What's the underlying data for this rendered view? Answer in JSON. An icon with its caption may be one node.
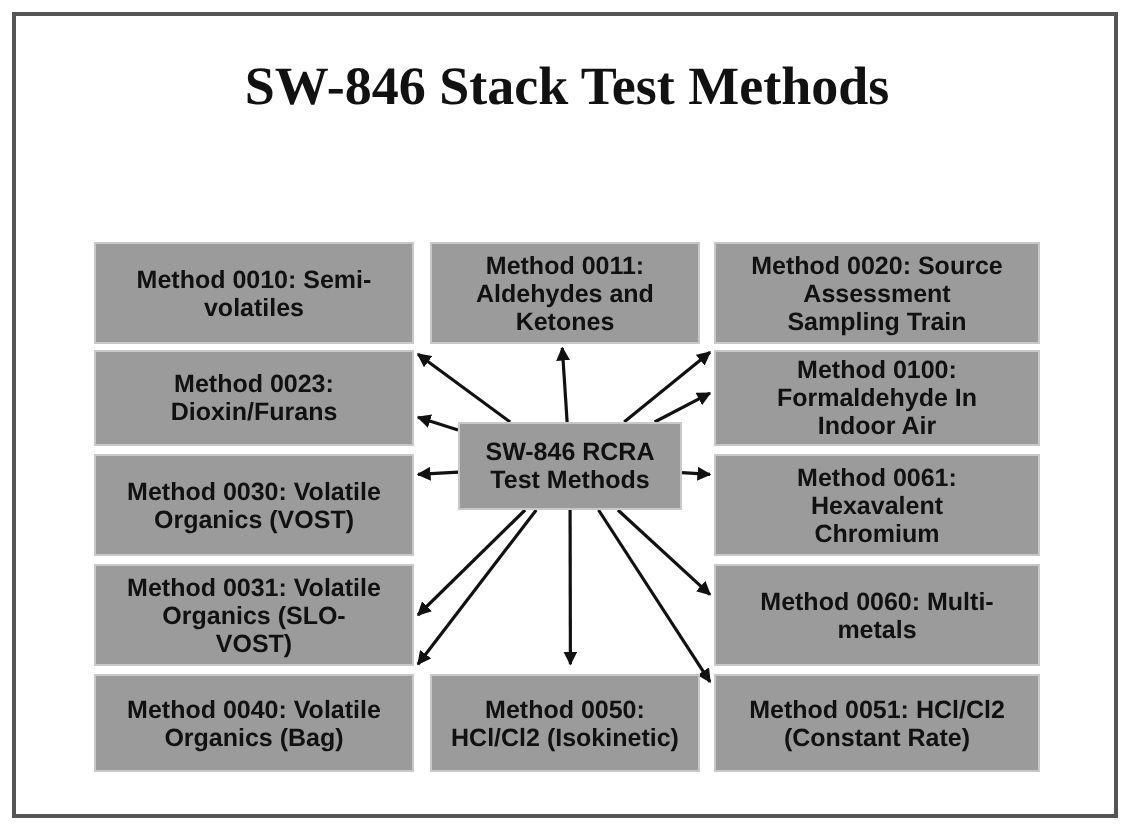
{
  "diagram": {
    "title": "SW-846 Stack Test Methods",
    "nodes": [
      {
        "text": [
          "Method 0010: Semi-volatiles"
        ]
      },
      {
        "text": [
          "Method 0011: Aldehydes and Ketones"
        ]
      },
      {
        "text": [
          "Method 0020: Source Assessment Sampling Train"
        ]
      },
      {
        "text": [
          "Method 0023: Dioxin/Furans"
        ]
      },
      {
        "text": [
          "SW-846 RCRA Test Methods"
        ]
      },
      {
        "text": [
          "Method 0100: Formaldehyde In Indoor Air"
        ]
      },
      {
        "text": [
          "Method 0030: Volatile Organics (VOST)"
        ]
      },
      {
        "text": [
          "Method 0061: Hexavalent Chromium"
        ]
      },
      {
        "text": [
          "Method 0031: Volatile Organics (SLO-VOST)"
        ]
      },
      {
        "text": [
          "Method 0060: Multi-metals"
        ]
      },
      {
        "text": [
          "Method 0040: Volatile Organics (Bag)"
        ]
      },
      {
        "text": [
          "Method 0050: HCl/Cl2 (Isokinetic)"
        ]
      },
      {
        "text": [
          "Method 0051: HCl/Cl2 (Constant Rate)"
        ]
      }
    ],
    "edges": [
      {
        "from": 4,
        "to": 0,
        "arrow": "to"
      },
      {
        "from": 4,
        "to": 3,
        "arrow": "to"
      },
      {
        "from": 4,
        "to": 1,
        "arrow": "to"
      },
      {
        "from": 4,
        "to": 2,
        "arrow": "to"
      },
      {
        "from": 4,
        "to": 5,
        "arrow": "to"
      },
      {
        "from": 4,
        "to": 6,
        "arrow": "to"
      },
      {
        "from": 4,
        "to": 7,
        "arrow": "to"
      },
      {
        "from": 4,
        "to": 8,
        "arrow": "to"
      },
      {
        "from": 4,
        "to": 10,
        "arrow": "to"
      },
      {
        "from": 4,
        "to": 11,
        "arrow": "to"
      },
      {
        "from": 4,
        "to": 9,
        "arrow": "to"
      },
      {
        "from": 4,
        "to": 12,
        "arrow": "to"
      }
    ]
  }
}
